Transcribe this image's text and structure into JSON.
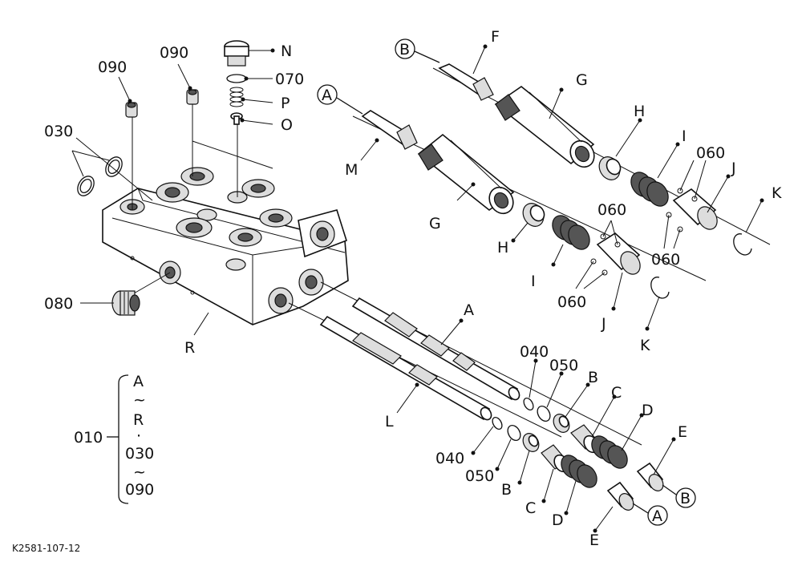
{
  "callout_labels": {
    "a_top": "A",
    "a_mid": "A",
    "a_bot": "A",
    "b_top": "B",
    "b_mid1": "B",
    "b_mid2": "B",
    "b_bot": "B",
    "c1": "C",
    "c2": "C",
    "d1": "D",
    "d2": "D",
    "e1": "E",
    "e2": "E",
    "f": "F",
    "g1": "G",
    "g2": "G",
    "h1": "H",
    "h2": "H",
    "i1": "I",
    "i2": "I",
    "j1": "J",
    "j2": "J",
    "k1": "K",
    "k2": "K",
    "l": "L",
    "m": "M",
    "n": "N",
    "o": "O",
    "p": "P",
    "r": "R",
    "n030": "030",
    "n040a": "040",
    "n040b": "040",
    "n050a": "050",
    "n050b": "050",
    "n060a": "060",
    "n060b": "060",
    "n060c": "060",
    "n060d": "060",
    "n070": "070",
    "n080": "080",
    "n090a": "090",
    "n090b": "090"
  },
  "legend": {
    "number": "010",
    "line1": "A",
    "tilde1": "~",
    "line2": "R",
    "dot": "·",
    "line3": "030",
    "tilde2": "~",
    "line4": "090"
  },
  "figure_code": "K2581-107-12"
}
